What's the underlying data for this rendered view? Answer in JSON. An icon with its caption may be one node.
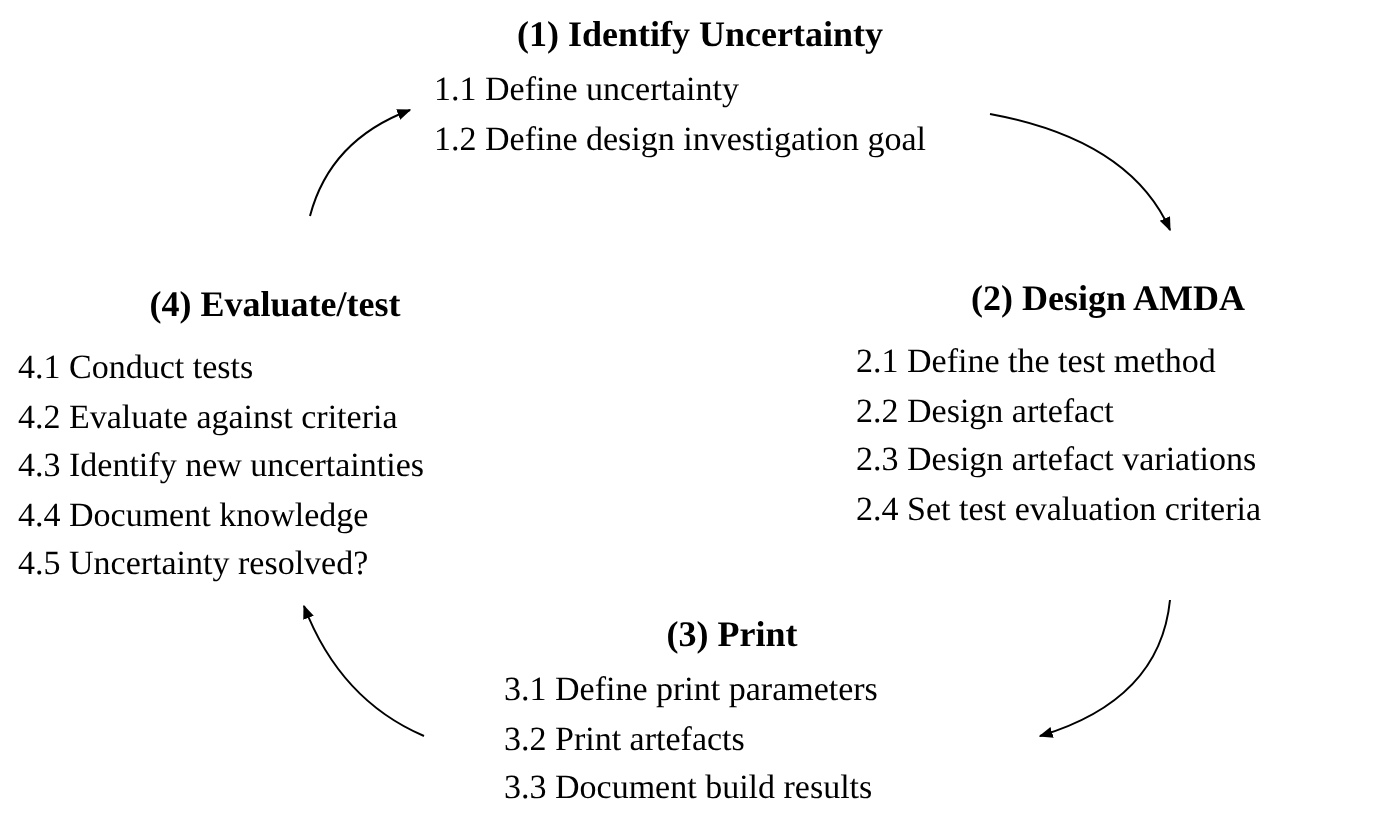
{
  "diagram": {
    "nodes": [
      {
        "text": [
          "(1) Identify Uncertainty",
          "1.1 Define uncertainty",
          "1.2 Define design investigation goal"
        ]
      },
      {
        "text": [
          "(2) Design AMDA",
          "2.1 Define the test method",
          "2.2 Design artefact",
          "2.3 Design artefact variations",
          "2.4 Set test evaluation criteria"
        ]
      },
      {
        "text": [
          "(3) Print",
          "3.1 Define print parameters",
          "3.2 Print artefacts",
          "3.3 Document build results"
        ]
      },
      {
        "text": [
          "(4) Evaluate/test",
          "4.1 Conduct tests",
          "4.2 Evaluate against criteria",
          "4.3 Identify new uncertainties",
          "4.4 Document knowledge",
          "4.5 Uncertainty resolved?"
        ]
      }
    ],
    "edges": [
      {
        "from": 0,
        "to": 1,
        "arrow": "to"
      },
      {
        "from": 1,
        "to": 2,
        "arrow": "to"
      },
      {
        "from": 2,
        "to": 3,
        "arrow": "to"
      },
      {
        "from": 3,
        "to": 0,
        "arrow": "to"
      }
    ]
  }
}
